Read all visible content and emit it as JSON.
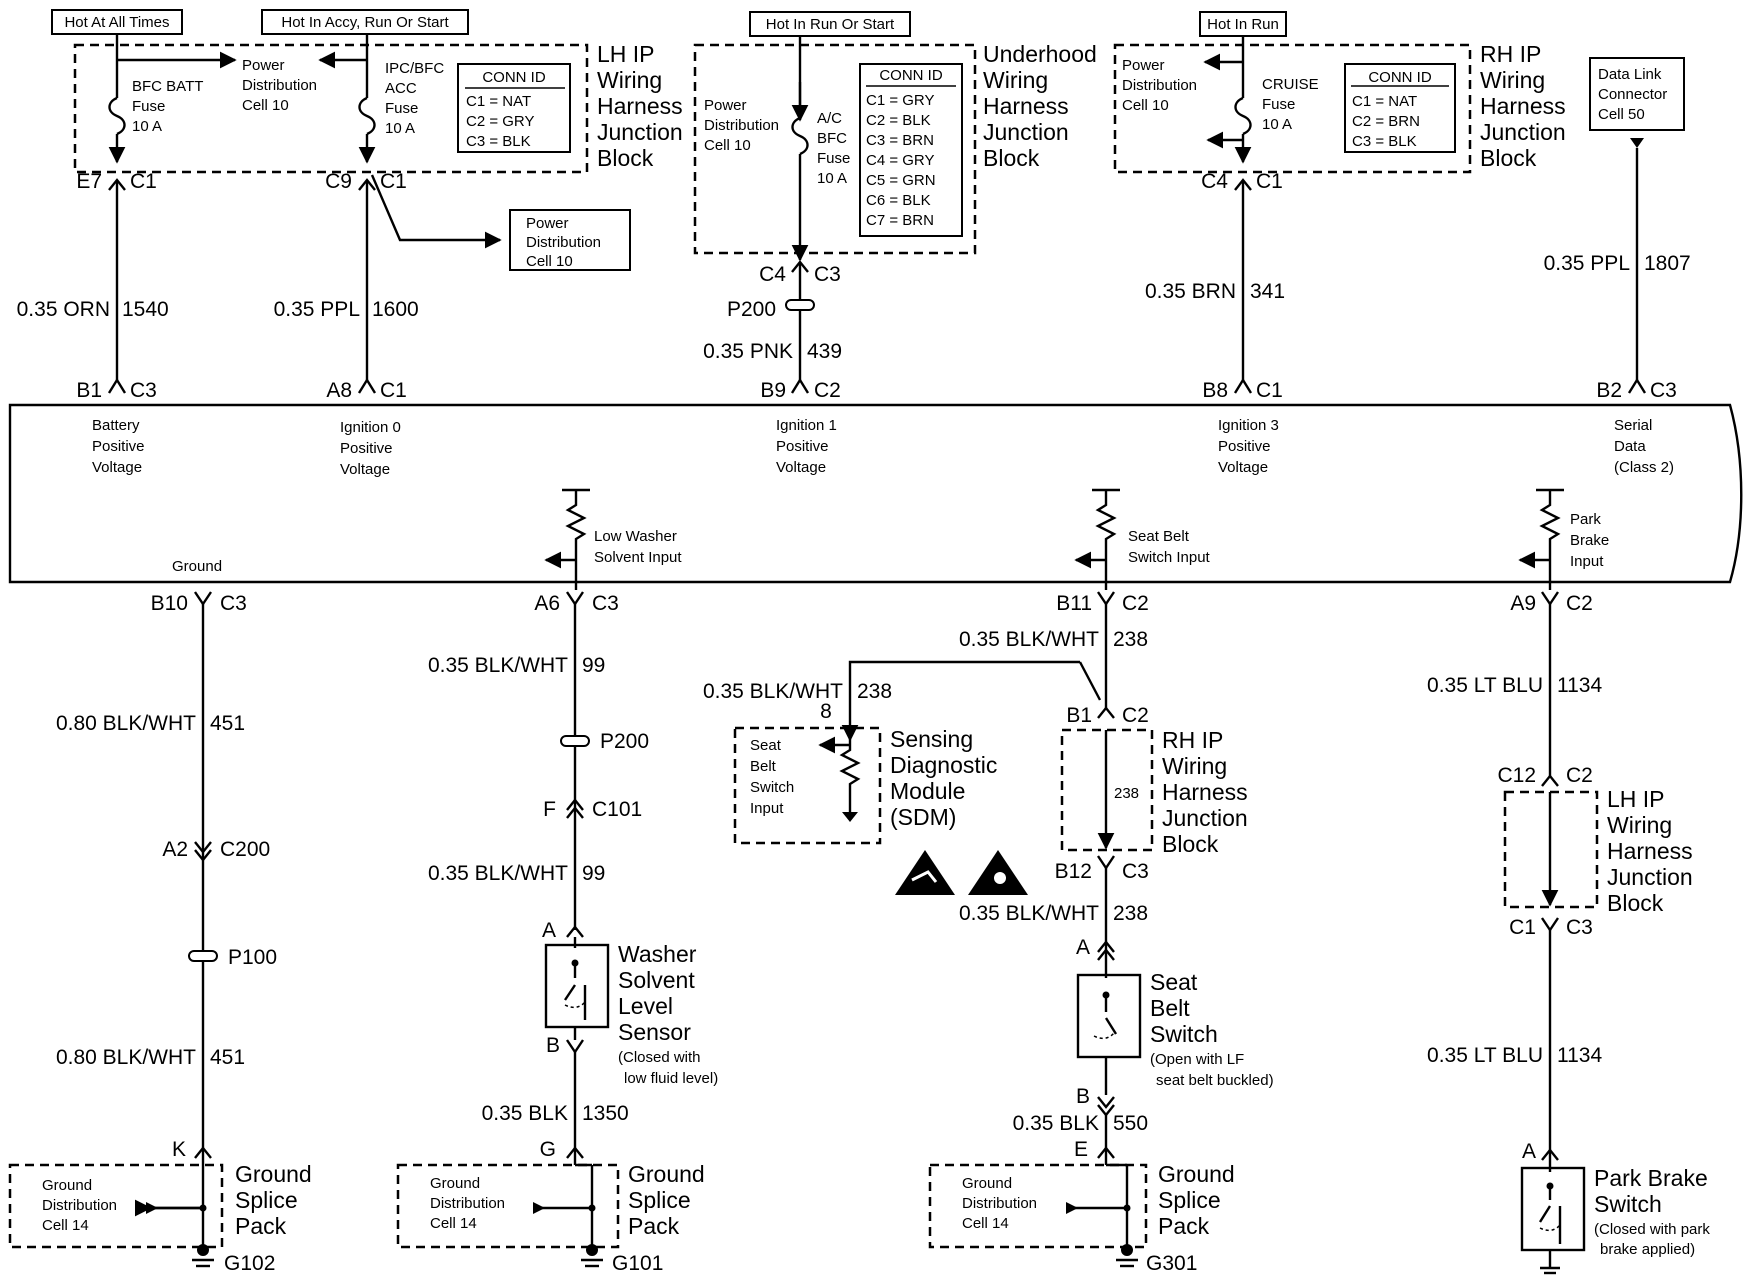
{
  "power_labels": {
    "hot_at_all_times": "Hot At All Times",
    "hot_accy_run_start": "Hot In Accy, Run Or Start",
    "hot_run_start": "Hot In Run Or Start",
    "hot_in_run": "Hot In Run"
  },
  "lh_junction": {
    "pd_l1": "Power",
    "pd_l2": "Distribution",
    "pd_l3": "Cell 10",
    "fuse1_l1": "BFC BATT",
    "fuse1_l2": "Fuse",
    "fuse1_l3": "10 A",
    "fuse2_l1": "IPC/BFC",
    "fuse2_l2": "ACC",
    "fuse2_l3": "Fuse",
    "fuse2_l4": "10 A",
    "conn_title": "CONN ID",
    "conn_1": "C1 = NAT",
    "conn_2": "C2 = GRY",
    "conn_3": "C3 = BLK",
    "name_l1": "LH IP",
    "name_l2": "Wiring",
    "name_l3": "Harness",
    "name_l4": "Junction",
    "name_l5": "Block"
  },
  "underhood": {
    "pd_l1": "Power",
    "pd_l2": "Distribution",
    "pd_l3": "Cell 10",
    "fuse_l1": "A/C",
    "fuse_l2": "BFC",
    "fuse_l3": "Fuse",
    "fuse_l4": "10 A",
    "conn_title": "CONN ID",
    "conn_1": "C1 = GRY",
    "conn_2": "C2 = BLK",
    "conn_3": "C3 = BRN",
    "conn_4": "C4 = GRY",
    "conn_5": "C5 = GRN",
    "conn_6": "C6 = BLK",
    "conn_7": "C7 = BRN",
    "name_l1": "Underhood",
    "name_l2": "Wiring",
    "name_l3": "Harness",
    "name_l4": "Junction",
    "name_l5": "Block"
  },
  "rh_junction": {
    "pd_l1": "Power",
    "pd_l2": "Distribution",
    "pd_l3": "Cell 10",
    "fuse_l1": "CRUISE",
    "fuse_l2": "Fuse",
    "fuse_l3": "10 A",
    "conn_title": "CONN ID",
    "conn_1": "C1 = NAT",
    "conn_2": "C2 = BRN",
    "conn_3": "C3 = BLK",
    "name_l1": "RH IP",
    "name_l2": "Wiring",
    "name_l3": "Harness",
    "name_l4": "Junction",
    "name_l5": "Block"
  },
  "dlc": {
    "l1": "Data Link",
    "l2": "Connector",
    "l3": "Cell 50"
  },
  "pd_ref": {
    "l1": "Power",
    "l2": "Distribution",
    "l3": "Cell 10"
  },
  "top_pins": {
    "e7": "E7",
    "c1a": "C1",
    "c9": "C9",
    "c1b": "C1",
    "c4a": "C4",
    "c3a": "C3",
    "c4b": "C4",
    "c1c": "C1",
    "b1": "B1",
    "c3b": "C3",
    "a8": "A8",
    "c1d": "C1",
    "b9": "B9",
    "c2a": "C2",
    "b8": "B8",
    "c1e": "C1",
    "b2": "B2",
    "c3c": "C3"
  },
  "top_wires": {
    "w1540_g": "0.35 ORN",
    "w1540_n": "1540",
    "w1600_g": "0.35 PPL",
    "w1600_n": "1600",
    "w439_g": "0.35 PNK",
    "w439_n": "439",
    "w341_g": "0.35 BRN",
    "w341_n": "341",
    "w1807_g": "0.35 PPL",
    "w1807_n": "1807",
    "p200": "P200"
  },
  "module": {
    "bat_l1": "Battery",
    "bat_l2": "Positive",
    "bat_l3": "Voltage",
    "ig0_l1": "Ignition 0",
    "ig0_l2": "Positive",
    "ig0_l3": "Voltage",
    "ig1_l1": "Ignition 1",
    "ig1_l2": "Positive",
    "ig1_l3": "Voltage",
    "ig3_l1": "Ignition 3",
    "ig3_l2": "Positive",
    "ig3_l3": "Voltage",
    "sd_l1": "Serial",
    "sd_l2": "Data",
    "sd_l3": "(Class 2)",
    "ground": "Ground",
    "lw_l1": "Low Washer",
    "lw_l2": "Solvent Input",
    "sb_l1": "Seat Belt",
    "sb_l2": "Switch Input",
    "pb_l1": "Park",
    "pb_l2": "Brake",
    "pb_l3": "Input"
  },
  "bottom_pins": {
    "b10": "B10",
    "c3a": "C3",
    "a6": "A6",
    "c3b": "C3",
    "b11": "B11",
    "c2a": "C2",
    "a9": "A9",
    "c2b": "C2",
    "a2": "A2",
    "c200": "C200",
    "p100": "P100",
    "k": "K",
    "p200": "P200",
    "f": "F",
    "c101": "C101",
    "a_ws": "A",
    "b_ws": "B",
    "g": "G",
    "sdm8": "8",
    "b1": "B1",
    "c2c": "C2",
    "b12": "B12",
    "c3c": "C3",
    "a_sb": "A",
    "b_sb": "B",
    "e": "E",
    "c12": "C12",
    "c2d": "C2",
    "c1": "C1",
    "c3d": "C3",
    "a_pb": "A",
    "g102": "G102",
    "g101": "G101",
    "g301": "G301"
  },
  "bottom_wires": {
    "w451a_g": "0.80 BLK/WHT",
    "w451a_n": "451",
    "w451b_g": "0.80 BLK/WHT",
    "w451b_n": "451",
    "w99a_g": "0.35 BLK/WHT",
    "w99a_n": "99",
    "w99b_g": "0.35 BLK/WHT",
    "w99b_n": "99",
    "w1350_g": "0.35 BLK",
    "w1350_n": "1350",
    "w238a_g": "0.35 BLK/WHT",
    "w238a_n": "238",
    "w238b_g": "0.35 BLK/WHT",
    "w238b_n": "238",
    "w238c_g": "0.35 BLK/WHT",
    "w238c_n": "238",
    "w238_inner": "238",
    "w550_g": "0.35 BLK",
    "w550_n": "550",
    "w1134a_g": "0.35 LT BLU",
    "w1134a_n": "1134",
    "w1134b_g": "0.35 LT BLU",
    "w1134b_n": "1134"
  },
  "components": {
    "sdm_l1": "Sensing",
    "sdm_l2": "Diagnostic",
    "sdm_l3": "Module",
    "sdm_l4": "(SDM)",
    "sdm_in_l1": "Seat",
    "sdm_in_l2": "Belt",
    "sdm_in_l3": "Switch",
    "sdm_in_l4": "Input",
    "rh_l1": "RH IP",
    "rh_l2": "Wiring",
    "rh_l3": "Harness",
    "rh_l4": "Junction",
    "rh_l5": "Block",
    "lh_l1": "LH IP",
    "lh_l2": "Wiring",
    "lh_l3": "Harness",
    "lh_l4": "Junction",
    "lh_l5": "Block",
    "ws_l1": "Washer",
    "ws_l2": "Solvent",
    "ws_l3": "Level",
    "ws_l4": "Sensor",
    "ws_n1": "(Closed with",
    "ws_n2": "low fluid level)",
    "sbs_l1": "Seat",
    "sbs_l2": "Belt",
    "sbs_l3": "Switch",
    "sbs_n1": "(Open with LF",
    "sbs_n2": "seat belt buckled)",
    "pbs_l1": "Park Brake",
    "pbs_l2": "Switch",
    "pbs_n1": "(Closed with park",
    "pbs_n2": "brake applied)",
    "gsp_l1": "Ground",
    "gsp_l2": "Splice",
    "gsp_l3": "Pack",
    "gd_l1": "Ground",
    "gd_l2": "Distribution",
    "gd_l3": "Cell 14"
  }
}
